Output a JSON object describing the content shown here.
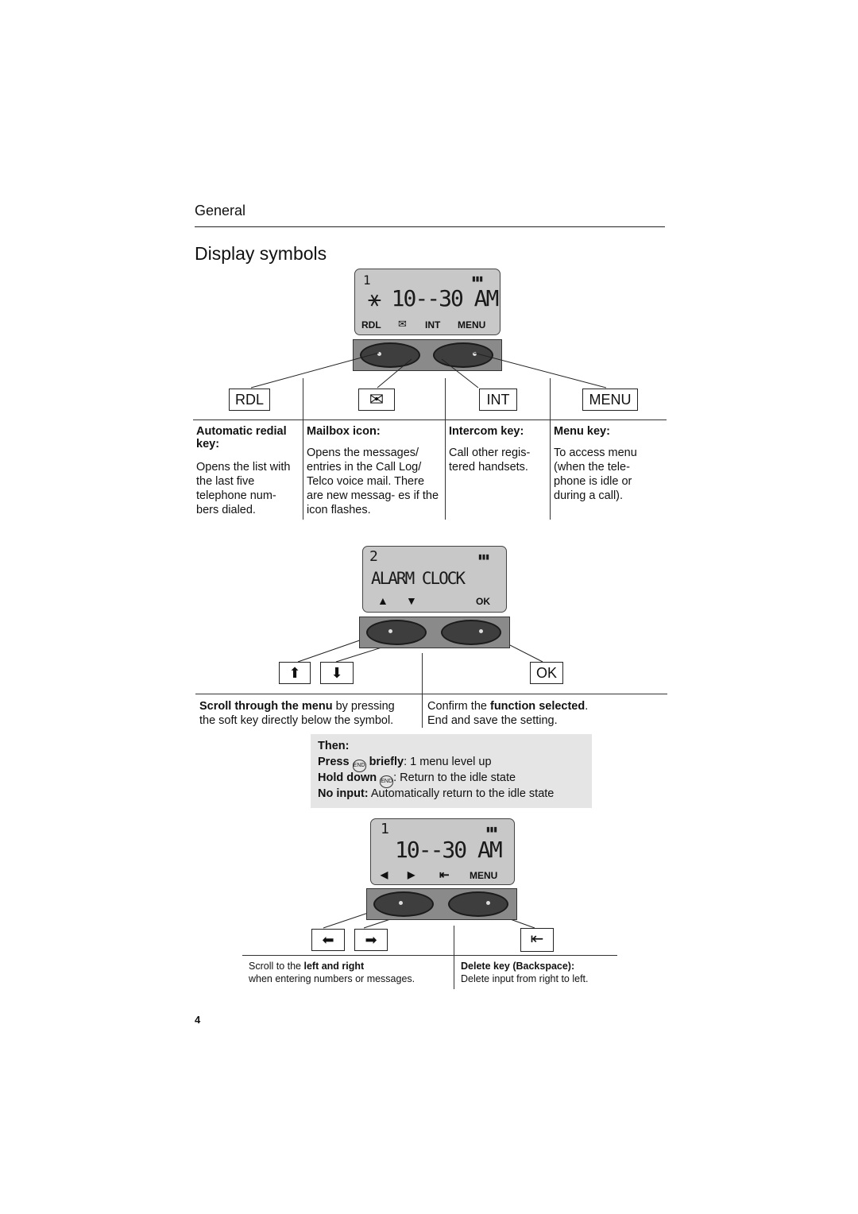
{
  "header": {
    "section": "General",
    "title": "Display symbols"
  },
  "lcd1": {
    "line_no": "1",
    "battery": "▮▮▮",
    "main": "⚹ 10--30 AM",
    "soft_rdl": "RDL",
    "soft_mail": "✉",
    "soft_int": "INT",
    "soft_menu": "MENU"
  },
  "keys1": {
    "rdl": "RDL",
    "mail": "✉",
    "int": "INT",
    "menu": "MENU"
  },
  "table1": {
    "col1": {
      "head": "Automatic redial key:",
      "body": "Opens the list with the last five telephone num- bers dialed."
    },
    "col2": {
      "head": "Mailbox icon:",
      "body": "Opens the messages/ entries in the Call Log/ Telco voice mail. There are new messag- es if the icon flashes."
    },
    "col3": {
      "head": "Intercom key:",
      "body": "Call other regis- tered handsets."
    },
    "col4": {
      "head": "Menu key:",
      "body": "To access menu (when the tele- phone is idle or during a call)."
    }
  },
  "lcd2": {
    "line_no": "2",
    "battery": "▮▮▮",
    "main": "ALARM CLOCK",
    "soft_up": "▲",
    "soft_down": "▼",
    "soft_ok": "OK"
  },
  "keys2": {
    "up": "⬆",
    "down": "⬇",
    "ok": "OK"
  },
  "table2": {
    "left_bold": "Scroll through the menu",
    "left_rest": " by pressing",
    "left_line2": "the soft key directly below the symbol.",
    "right_pre": "Confirm the ",
    "right_bold": "function selected",
    "right_post": ".",
    "right_line2": "End and save the setting."
  },
  "info": {
    "then": "Then:",
    "l1_bold1": "Press",
    "l1_bold2": "briefly",
    "l1_rest": ": 1 menu level up",
    "l2_bold": "Hold down",
    "l2_rest": ": Return to the idle state",
    "l3_bold": "No input:",
    "l3_rest": " Automatically return to the idle state",
    "key_icon": "END"
  },
  "lcd3": {
    "line_no": "1",
    "battery": "▮▮▮",
    "main": "10--30 AM",
    "soft_left": "◀",
    "soft_right": "▶",
    "soft_back": "⇤",
    "soft_menu": "MENU"
  },
  "keys3": {
    "left": "⬅",
    "right": "➡",
    "back": "⇤"
  },
  "table3": {
    "left_pre": "Scroll to the ",
    "left_bold": "left and right",
    "left_line2": "when entering numbers or messages.",
    "right_bold": "Delete key (Backspace):",
    "right_line2": "Delete input from right to left."
  },
  "page_number": "4"
}
